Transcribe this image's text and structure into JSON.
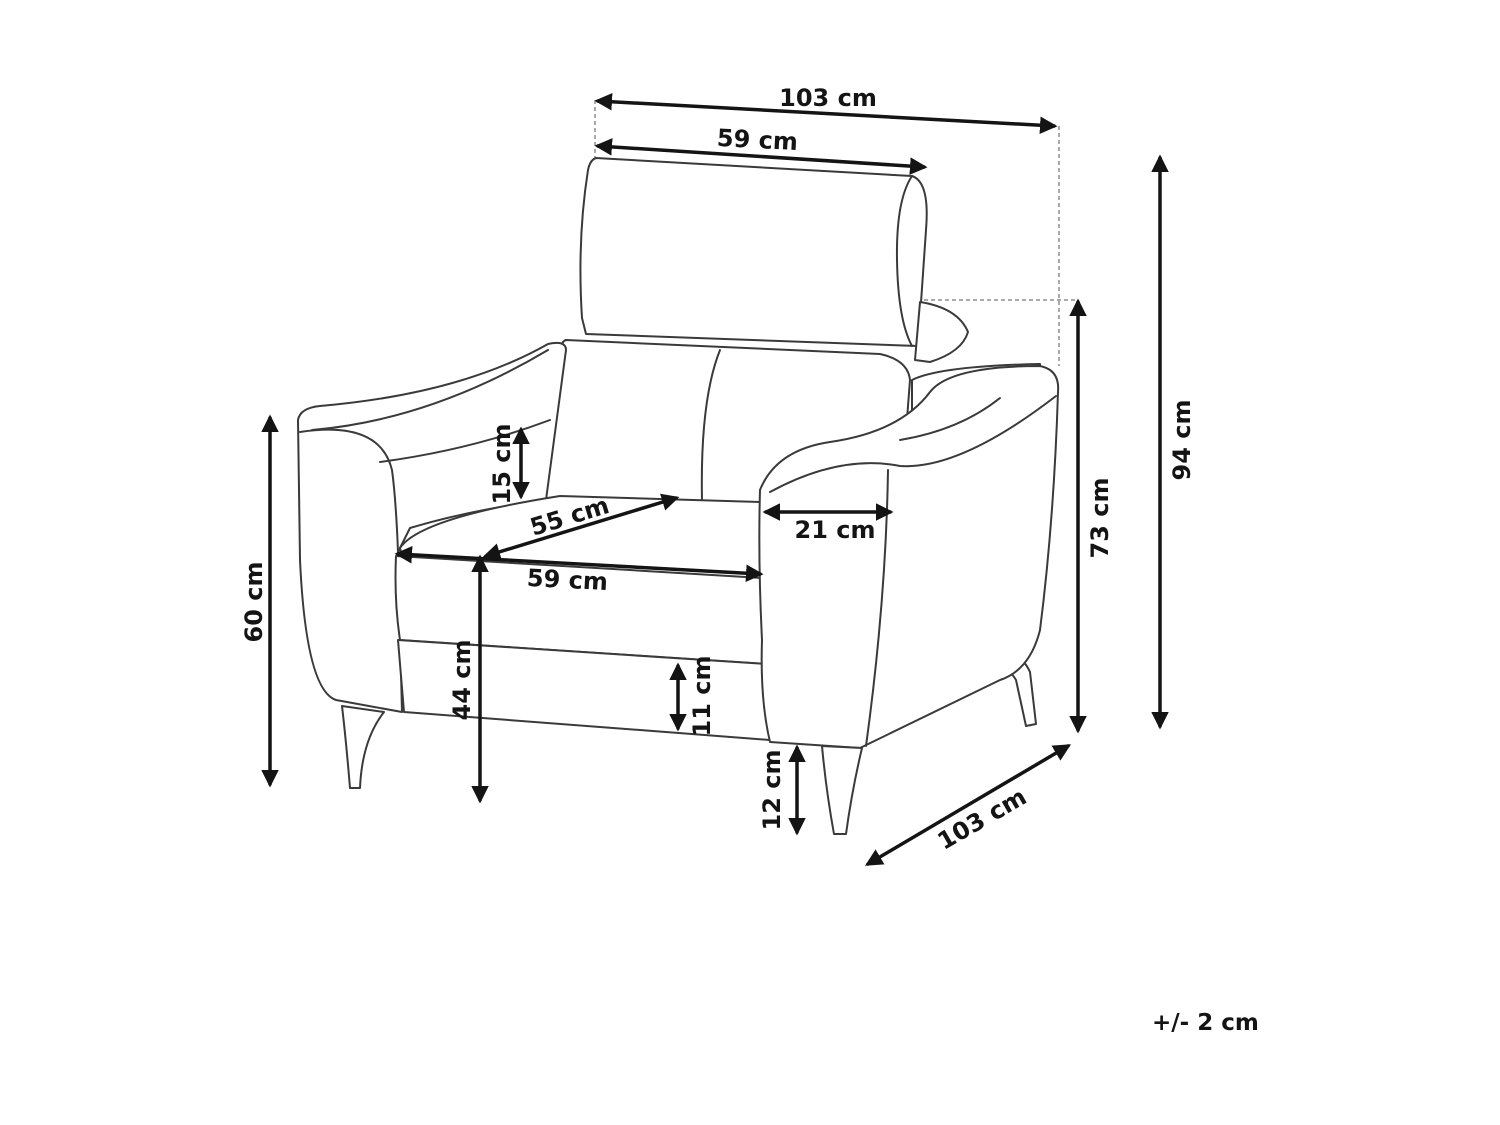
{
  "diagram": {
    "labels": {
      "width_total": "103 cm",
      "headrest_width": "59 cm",
      "seat_depth": "55 cm",
      "seat_width": "59 cm",
      "armrest_width": "21 cm",
      "depth_total": "103 cm",
      "arm_height": "60 cm",
      "seat_height": "44 cm",
      "backrest_cushion_height": "15 cm",
      "seat_cushion_height": "11 cm",
      "leg_height": "12 cm",
      "back_height": "73 cm",
      "total_height": "94 cm"
    },
    "tolerance": "+/- 2 cm"
  }
}
